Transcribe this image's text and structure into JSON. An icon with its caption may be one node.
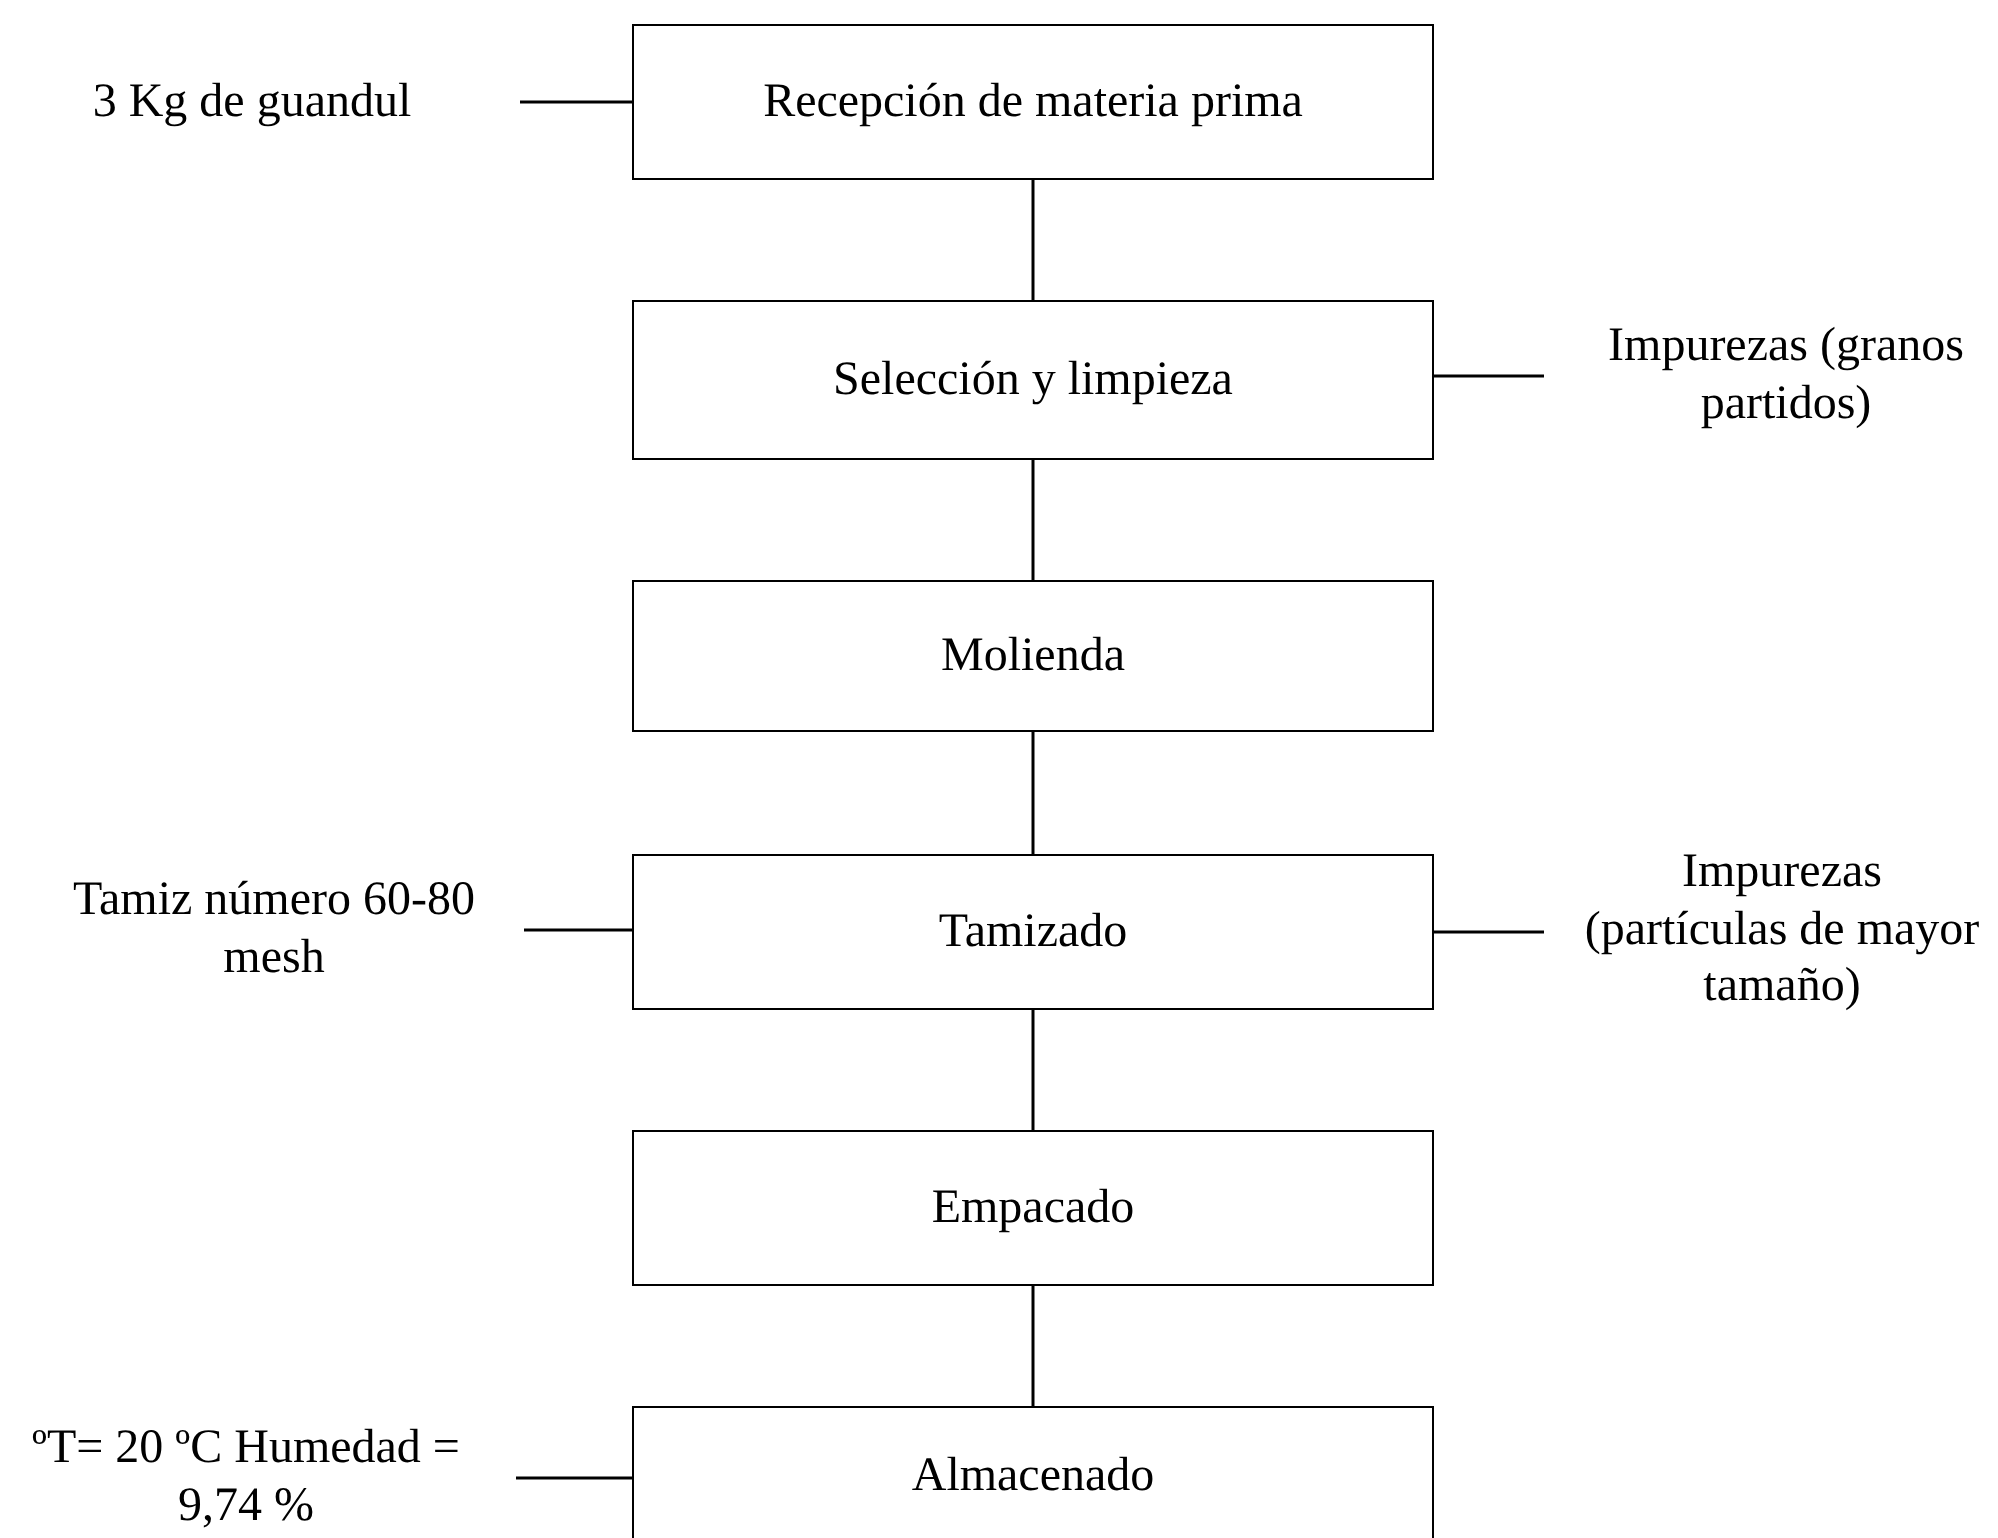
{
  "diagram": {
    "nodes": [
      {
        "text": [
          "3 Kg de guandul"
        ]
      },
      {
        "text": [
          "Recepción de materia prima"
        ]
      },
      {
        "text": [
          "Selección y limpieza"
        ]
      },
      {
        "text": [
          "Impurezas (granos partidos)"
        ]
      },
      {
        "text": [
          "Molienda"
        ]
      },
      {
        "text": [
          "Tamiz número 60-80 mesh"
        ]
      },
      {
        "text": [
          "Tamizado"
        ]
      },
      {
        "text": [
          "Impurezas (partículas de mayor tamaño)"
        ]
      },
      {
        "text": [
          "Empacado"
        ]
      },
      {
        "text": [
          "ºT= 20 ºC Humedad = 9,74 %"
        ]
      },
      {
        "text": [
          "Almacenado"
        ]
      }
    ],
    "edges": [
      {
        "from": 0,
        "to": 1,
        "arrow": "none"
      },
      {
        "from": 1,
        "to": 2,
        "arrow": "none"
      },
      {
        "from": 2,
        "to": 3,
        "arrow": "none"
      },
      {
        "from": 2,
        "to": 4,
        "arrow": "none"
      },
      {
        "from": 4,
        "to": 6,
        "arrow": "none"
      },
      {
        "from": 5,
        "to": 6,
        "arrow": "none"
      },
      {
        "from": 6,
        "to": 7,
        "arrow": "none"
      },
      {
        "from": 6,
        "to": 8,
        "arrow": "none"
      },
      {
        "from": 8,
        "to": 10,
        "arrow": "none"
      },
      {
        "from": 9,
        "to": 10,
        "arrow": "none"
      }
    ]
  }
}
